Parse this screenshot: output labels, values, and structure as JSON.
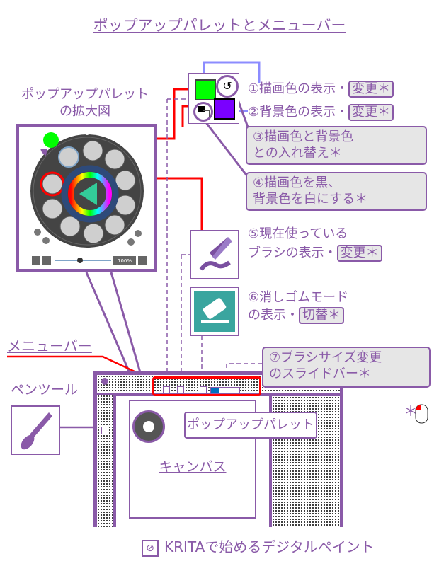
{
  "title": "ポップアップパレットとメニューバー",
  "zoom_caption": [
    "ポップアップパレット",
    "の拡大図"
  ],
  "palette_zoom": {
    "zoom_level": "100%"
  },
  "labels": {
    "fg": {
      "text": "①描画色の表示・",
      "tag": "変更＊"
    },
    "bg": {
      "text": "②背景色の表示・",
      "tag": "変更＊"
    },
    "swap": [
      "③描画色と背景色",
      "との入れ替え＊"
    ],
    "reset": [
      "④描画色を黒、",
      "背景色を白にする＊"
    ],
    "brush": {
      "line1": "⑤現在使っている",
      "line2": "ブラシの表示・",
      "tag": "変更＊"
    },
    "eraser": {
      "line1": "⑥消しゴムモード",
      "line2": "の表示・",
      "tag": "切替＊"
    },
    "slider": [
      "⑦ブラシサイズ変更",
      "のスライドバー＊"
    ],
    "menubar": "メニューバー",
    "pen_tool": "ペンツール",
    "popup_palette": "ポップアップパレット",
    "canvas": "キャンバス",
    "mouse_note": "＊"
  },
  "colors": {
    "accent": "#8a5aa8",
    "foreground": "#00ff00",
    "background": "#7a00ff",
    "highlight": "#ff0000",
    "eraser": "#3aa59f"
  },
  "footer": "KRITAで始めるデジタルペイント"
}
